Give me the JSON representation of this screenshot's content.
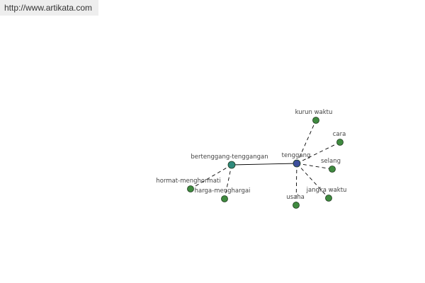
{
  "site": {
    "url": "http://www.artikata.com"
  },
  "graph": {
    "colors": {
      "edge": "#000000",
      "root_node": "#3d4f9c",
      "hub_node": "#2f8a7c",
      "leaf_node": "#3f8a3f",
      "node_stroke": "#1e3a1e",
      "label": "#444444"
    },
    "nodes": [
      {
        "id": "tenggang",
        "label": "tenggang",
        "role": "root"
      },
      {
        "id": "bertenggang",
        "label": "bertenggang-tenggangan",
        "role": "hub"
      },
      {
        "id": "kurun",
        "label": "kurun waktu",
        "role": "leaf"
      },
      {
        "id": "cara",
        "label": "cara",
        "role": "leaf"
      },
      {
        "id": "selang",
        "label": "selang",
        "role": "leaf"
      },
      {
        "id": "jangka",
        "label": "jangka waktu",
        "role": "leaf"
      },
      {
        "id": "usaha",
        "label": "usaha",
        "role": "leaf"
      },
      {
        "id": "hormat",
        "label": "hormat-menghormati",
        "role": "leaf"
      },
      {
        "id": "harga",
        "label": "harga-menghargai",
        "role": "leaf"
      }
    ],
    "edges": [
      {
        "from": "tenggang",
        "to": "bertenggang",
        "style": "solid"
      },
      {
        "from": "tenggang",
        "to": "kurun",
        "style": "dashed"
      },
      {
        "from": "tenggang",
        "to": "cara",
        "style": "dashed"
      },
      {
        "from": "tenggang",
        "to": "selang",
        "style": "dashed"
      },
      {
        "from": "tenggang",
        "to": "jangka",
        "style": "dashed"
      },
      {
        "from": "tenggang",
        "to": "usaha",
        "style": "dashed"
      },
      {
        "from": "bertenggang",
        "to": "hormat",
        "style": "dashed"
      },
      {
        "from": "bertenggang",
        "to": "harga",
        "style": "dashed"
      }
    ]
  }
}
